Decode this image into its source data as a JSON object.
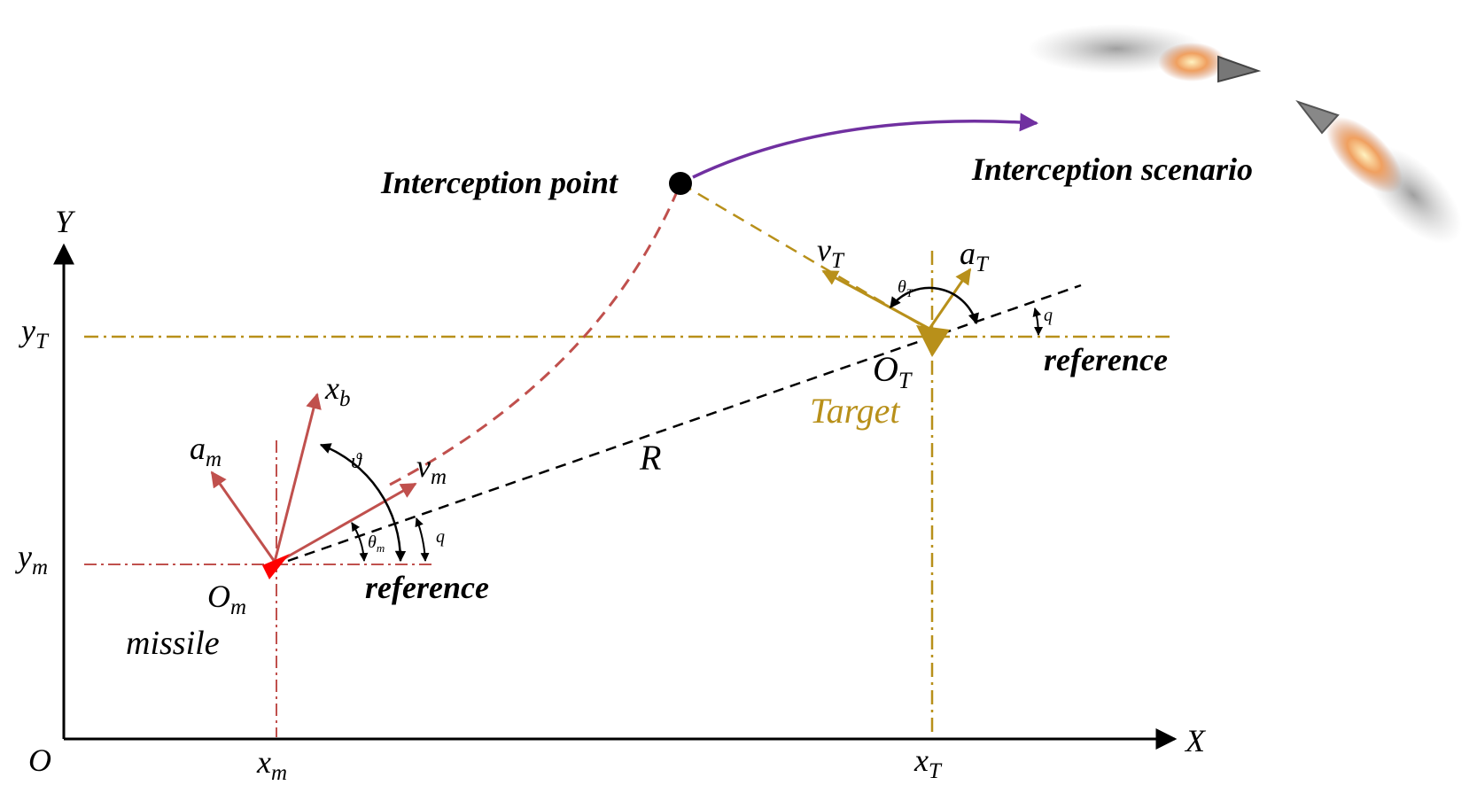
{
  "diagram": {
    "colors": {
      "missile": "#c0504d",
      "missile_marker": "#ff0000",
      "target": "#b8901a",
      "los": "#000000",
      "axis": "#000000",
      "scenario_arrow": "#7030a0"
    },
    "axes": {
      "origin": "O",
      "x_axis": "X",
      "y_axis": "Y",
      "x_m": {
        "main": "x",
        "sub": "m"
      },
      "x_T": {
        "main": "x",
        "sub": "T"
      },
      "y_m": {
        "main": "y",
        "sub": "m"
      },
      "y_T": {
        "main": "y",
        "sub": "T"
      }
    },
    "missile": {
      "point": {
        "main": "O",
        "sub": "m"
      },
      "name": "missile",
      "a_m": {
        "main": "a",
        "sub": "m"
      },
      "x_b": {
        "main": "x",
        "sub": "b"
      },
      "v_m": {
        "main": "v",
        "sub": "m"
      },
      "angle_body": "ϑ",
      "angle_theta": {
        "main": "θ",
        "sub": "m"
      },
      "angle_q": "q",
      "reference": "reference"
    },
    "target": {
      "point": {
        "main": "O",
        "sub": "T"
      },
      "name": "Target",
      "v_T": {
        "main": "v",
        "sub": "T"
      },
      "a_T": {
        "main": "a",
        "sub": "T"
      },
      "angle_theta": {
        "main": "θ",
        "sub": "T"
      },
      "angle_q": "q",
      "reference": "reference"
    },
    "los_label": "R",
    "interception_point": "Interception point",
    "interception_scenario": "Interception scenario"
  }
}
